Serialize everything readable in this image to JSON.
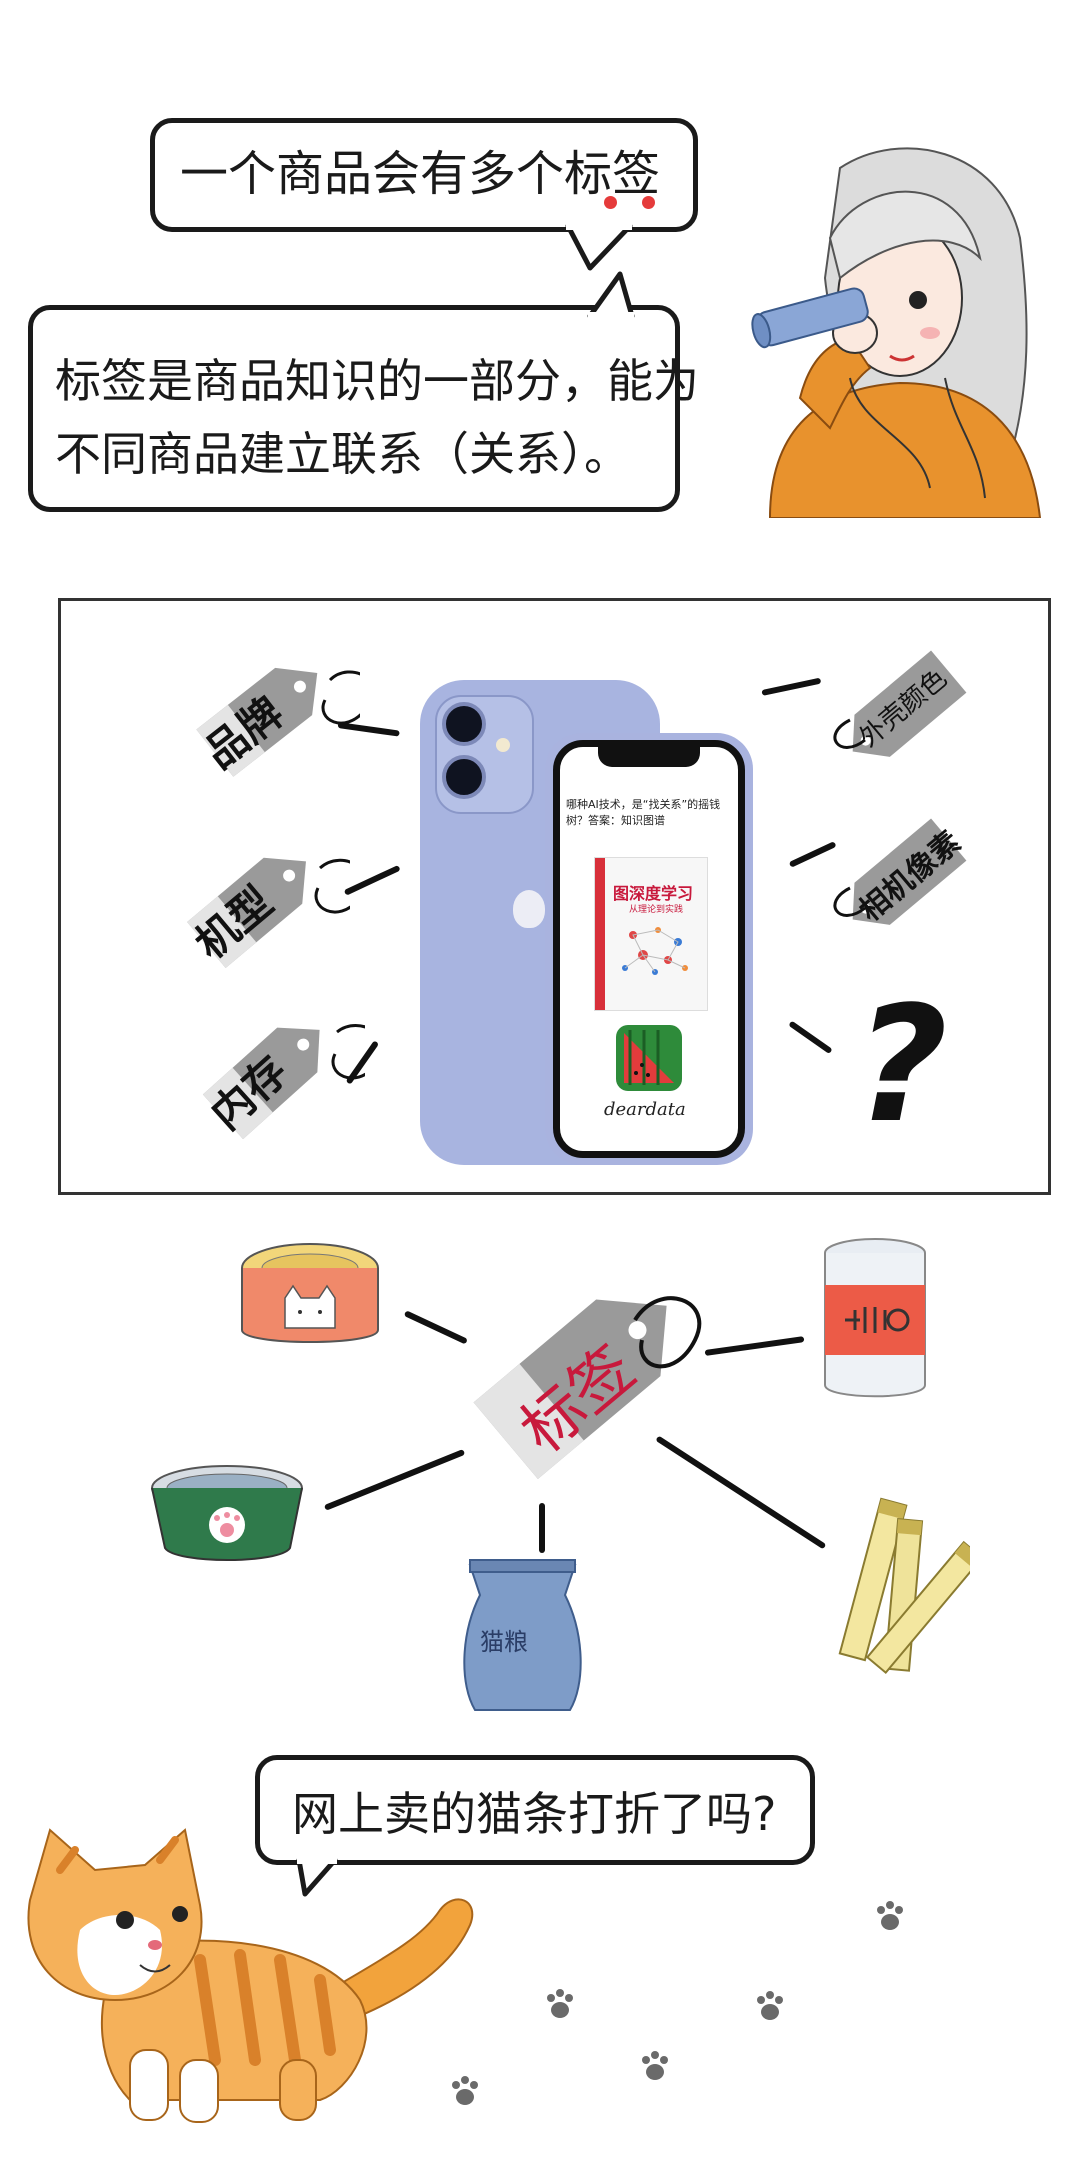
{
  "panel1": {
    "bubble_top_text": "一个商品会有多个标签",
    "bubble_main_line1": "标签是商品知识的一部分，能为",
    "bubble_main_line2": "不同商品建立联系（关系）。"
  },
  "panel2": {
    "tags_left": [
      "品牌",
      "机型",
      "内存"
    ],
    "tags_right": [
      "外壳颜色",
      "相机像素"
    ],
    "unknown_mark": "?",
    "phone_screen_text": "哪种AI技术，是“找关系”的摇钱树？答案：知识图谱",
    "book_title": "图深度学习",
    "book_subtitle": "从理论到实践",
    "app_brand": "deardata"
  },
  "panel3": {
    "center_tag": "标签",
    "bag_label": "猫粮"
  },
  "panel4": {
    "cat_bubble_text": "网上卖的猫条打折了吗?"
  },
  "colors": {
    "tag_gray": "#9a9a9a",
    "tag_light": "#ececec",
    "accent_red": "#c8193c",
    "hair_orange": "#e8922d",
    "phone_purple": "#a8b4e0"
  }
}
